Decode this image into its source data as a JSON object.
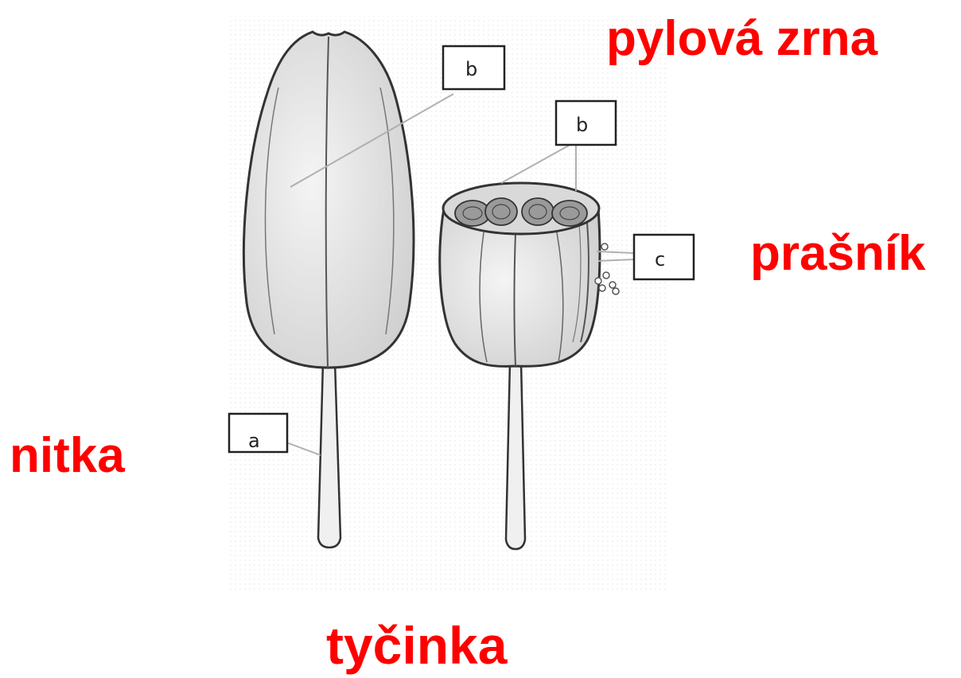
{
  "labels": {
    "pollen_grains": "pylová zrna",
    "anther": "prašník",
    "filament": "nitka",
    "stamen": "tyčinka"
  },
  "markers": {
    "b_whole": "b",
    "b_section": "b",
    "c": "c",
    "a": "a"
  },
  "colors": {
    "label_red": "#ff0000",
    "line_gray": "#b0b0b0",
    "outline": "#333333"
  }
}
